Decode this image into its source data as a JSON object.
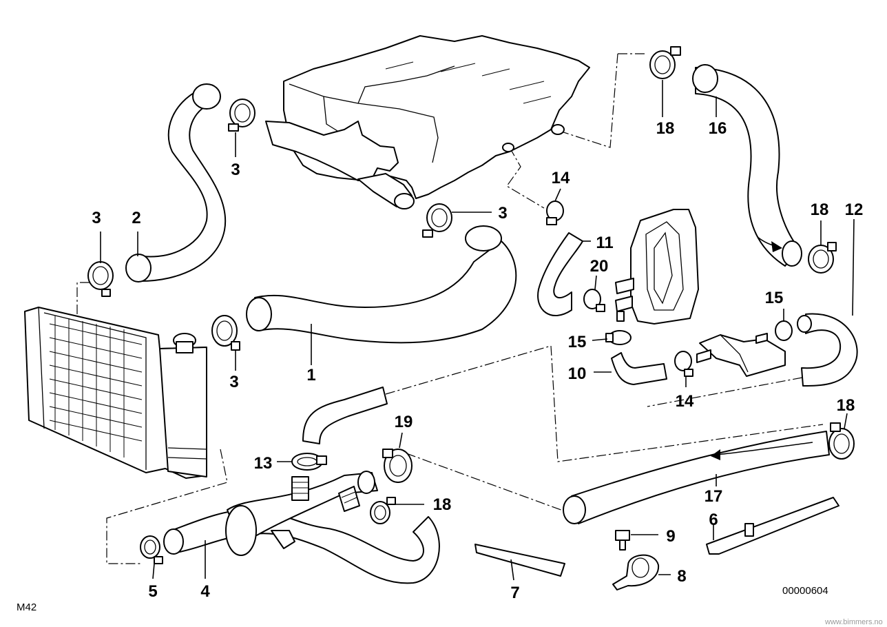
{
  "diagram": {
    "model_code": "M42",
    "drawing_number": "00000604",
    "watermark": "www.bimmers.no",
    "callouts": {
      "c1": "1",
      "c2": "2",
      "c3a": "3",
      "c3b": "3",
      "c3c": "3",
      "c3d": "3",
      "c4": "4",
      "c5": "5",
      "c6": "6",
      "c7": "7",
      "c8": "8",
      "c9": "9",
      "c10": "10",
      "c11": "11",
      "c12": "12",
      "c13": "13",
      "c14a": "14",
      "c14b": "14",
      "c15a": "15",
      "c15b": "15",
      "c16": "16",
      "c17": "17",
      "c18a": "18",
      "c18b": "18",
      "c18c": "18",
      "c18d": "18",
      "c19": "19",
      "c20": "20"
    }
  }
}
